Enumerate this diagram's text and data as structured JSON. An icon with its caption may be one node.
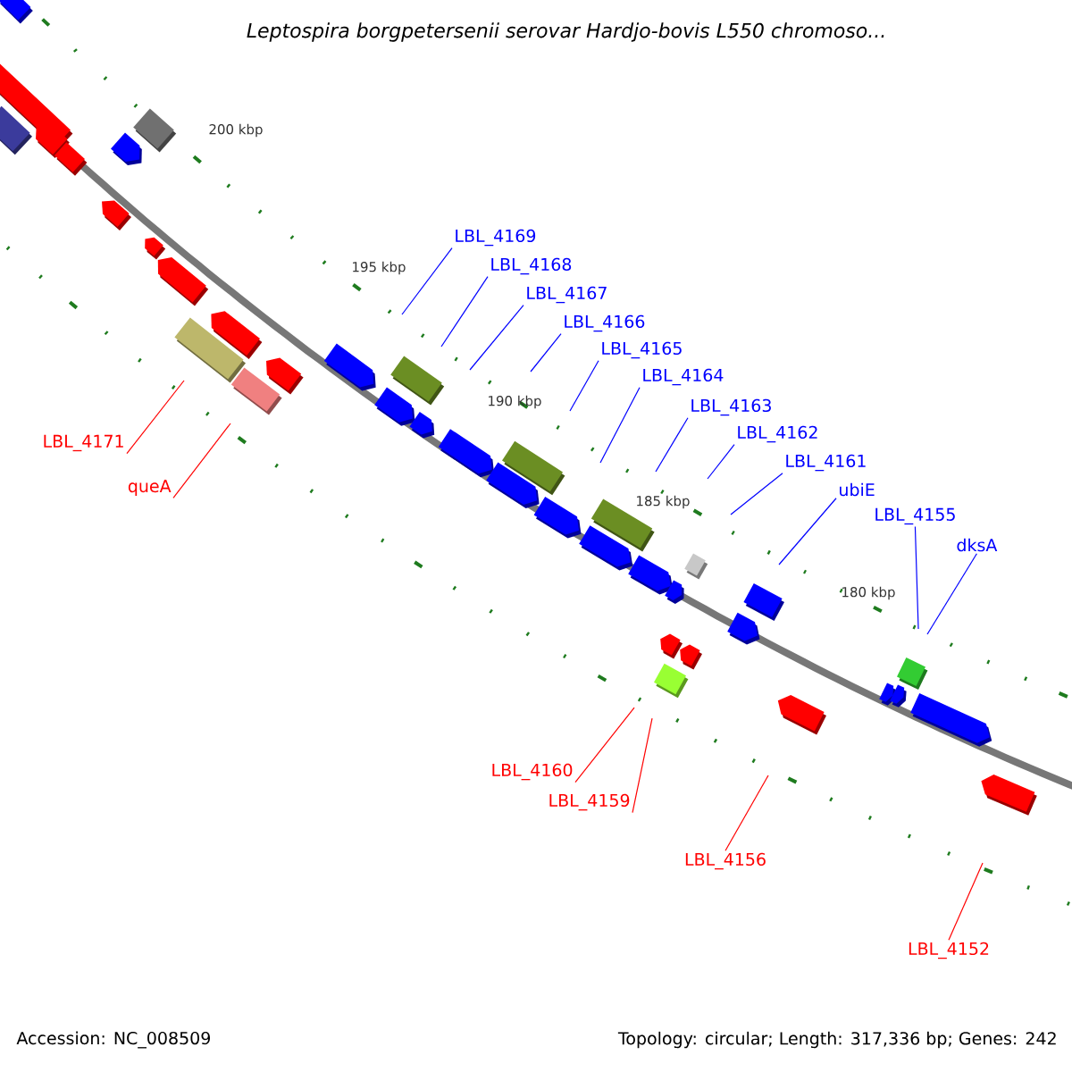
{
  "diagram": {
    "title": "*Leptospira borgpetersenii serovar Hardjo-bovis L550 chromoso...*",
    "nodes": [
      {
        "text": [
          "LBL_4169"
        ]
      },
      {
        "text": [
          "LBL_4168"
        ]
      },
      {
        "text": [
          "LBL_4167"
        ]
      },
      {
        "text": [
          "LBL_4166"
        ]
      },
      {
        "text": [
          "LBL_4165"
        ]
      },
      {
        "text": [
          "LBL_4164"
        ]
      },
      {
        "text": [
          "LBL_4163"
        ]
      },
      {
        "text": [
          "LBL_4162"
        ]
      },
      {
        "text": [
          "LBL_4161"
        ]
      },
      {
        "text": [
          "ubiE"
        ]
      },
      {
        "text": [
          "LBL_4155"
        ]
      },
      {
        "text": [
          "dksA"
        ]
      },
      {
        "text": [
          "LBL_4171"
        ]
      },
      {
        "text": [
          "queA"
        ]
      },
      {
        "text": [
          "LBL_4160"
        ]
      },
      {
        "text": [
          "LBL_4159"
        ]
      },
      {
        "text": [
          "LBL_4156"
        ]
      },
      {
        "text": [
          "LBL_4152"
        ]
      }
    ],
    "edges": [
      {
        "from": 0,
        "to": null,
        "arrow": "none"
      },
      {
        "from": 1,
        "to": null,
        "arrow": "none"
      },
      {
        "from": 2,
        "to": null,
        "arrow": "none"
      },
      {
        "from": 3,
        "to": null,
        "arrow": "none"
      },
      {
        "from": 4,
        "to": null,
        "arrow": "none"
      },
      {
        "from": 5,
        "to": null,
        "arrow": "none"
      },
      {
        "from": 6,
        "to": null,
        "arrow": "none"
      },
      {
        "from": 7,
        "to": null,
        "arrow": "none"
      },
      {
        "from": 8,
        "to": null,
        "arrow": "none"
      },
      {
        "from": 9,
        "to": null,
        "arrow": "none"
      },
      {
        "from": 10,
        "to": null,
        "arrow": "none"
      },
      {
        "from": 11,
        "to": null,
        "arrow": "none"
      },
      {
        "from": 12,
        "to": null,
        "arrow": "none",
        "color": "#ff0000"
      },
      {
        "from": 13,
        "to": null,
        "arrow": "none",
        "color": "#ff0000"
      },
      {
        "from": 14,
        "to": null,
        "arrow": "none",
        "color": "#ff0000"
      },
      {
        "from": 15,
        "to": null,
        "arrow": "none",
        "color": "#ff0000"
      },
      {
        "from": 16,
        "to": null,
        "arrow": "none",
        "color": "#ff0000"
      },
      {
        "from": 17,
        "to": null,
        "arrow": "none",
        "color": "#ff0000"
      }
    ],
    "labels": [
      "200 kbp",
      "195 kbp",
      "190 kbp",
      "185 kbp",
      "180 kbp",
      "Accession: NC_008509",
      "Topology: circular; Length: 317,336 bp; Genes: 242"
    ]
  }
}
